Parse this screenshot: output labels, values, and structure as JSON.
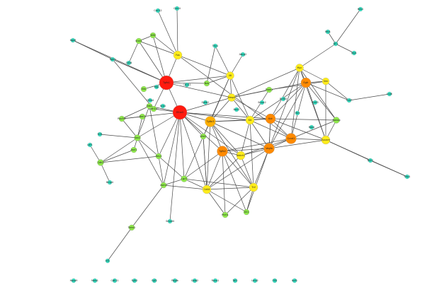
{
  "colors": {
    "red": "#ff1a0f",
    "orange": "#ff8a00",
    "light-orange": "#ffb000",
    "yellow": "#ffec1a",
    "green": "#8ee84a",
    "teal": "#2fe0c2"
  },
  "nodes": [
    {
      "id": "n1",
      "label": "Tgfb1",
      "color": "red"
    },
    {
      "id": "n2",
      "label": "Efna3",
      "color": "red"
    },
    {
      "id": "n3",
      "label": "Tgfbr3",
      "color": "light-orange"
    },
    {
      "id": "n4",
      "label": "Tgfb2",
      "color": "orange"
    },
    {
      "id": "n5",
      "label": "Vegfa",
      "color": "orange"
    },
    {
      "id": "n6",
      "label": "Kdr",
      "color": "orange"
    },
    {
      "id": "n7",
      "label": "Ccnd1",
      "color": "orange"
    },
    {
      "id": "n8",
      "label": "Egfr",
      "color": "orange"
    },
    {
      "id": "n9",
      "label": "Kit",
      "color": "yellow"
    },
    {
      "id": "n10",
      "label": "Il6",
      "color": "yellow"
    },
    {
      "id": "n11",
      "label": "Mmp9",
      "color": "yellow"
    },
    {
      "id": "n12",
      "label": "Fos",
      "color": "yellow"
    },
    {
      "id": "n13",
      "label": "Notch1",
      "color": "yellow"
    },
    {
      "id": "n14",
      "label": "Myc",
      "color": "yellow"
    },
    {
      "id": "n15",
      "label": "Cd44",
      "color": "yellow"
    },
    {
      "id": "n16",
      "label": "Epcam",
      "color": "yellow"
    },
    {
      "id": "n17",
      "label": "Tnf",
      "color": "yellow"
    },
    {
      "id": "n18",
      "label": "Shh",
      "color": "yellow"
    },
    {
      "id": "n19",
      "label": "Sox2",
      "color": "green"
    },
    {
      "id": "n20",
      "label": "Pou5f1",
      "color": "green"
    },
    {
      "id": "n21",
      "label": "Ascl1",
      "color": "green"
    },
    {
      "id": "n22",
      "label": "Cdh2",
      "color": "green"
    },
    {
      "id": "n23",
      "label": "Hey1",
      "color": "green"
    },
    {
      "id": "n24",
      "label": "Lgr5",
      "color": "green"
    },
    {
      "id": "n25",
      "label": "Axin2",
      "color": "green"
    },
    {
      "id": "n26",
      "label": "Wnt3",
      "color": "green"
    },
    {
      "id": "n27",
      "label": "Ptch1",
      "color": "green"
    },
    {
      "id": "n28",
      "label": "Gli1",
      "color": "green"
    },
    {
      "id": "n29",
      "label": "Nes",
      "color": "green"
    },
    {
      "id": "n30",
      "label": "Prom1",
      "color": "green"
    },
    {
      "id": "n31",
      "label": "Aldh1a1",
      "color": "green"
    },
    {
      "id": "n32",
      "label": "Bmi1",
      "color": "green"
    },
    {
      "id": "n33",
      "label": "Nanog",
      "color": "green"
    },
    {
      "id": "n34",
      "label": "Klf4",
      "color": "green"
    },
    {
      "id": "n35",
      "label": "Snai1",
      "color": "green"
    },
    {
      "id": "n36",
      "label": "Vim",
      "color": "green"
    },
    {
      "id": "n37",
      "label": "Zeb1",
      "color": "green"
    },
    {
      "id": "n38",
      "label": "Twist1",
      "color": "green"
    },
    {
      "id": "n39",
      "label": "Cxcl12",
      "color": "teal"
    },
    {
      "id": "n40",
      "label": "Cxcr4",
      "color": "teal"
    },
    {
      "id": "n41",
      "label": "Itga6",
      "color": "teal"
    },
    {
      "id": "n42",
      "label": "Itgb1",
      "color": "teal"
    },
    {
      "id": "n43",
      "label": "Cd34",
      "color": "teal"
    },
    {
      "id": "n44",
      "label": "Thy1",
      "color": "teal"
    },
    {
      "id": "n45",
      "label": "Abcg2",
      "color": "teal"
    },
    {
      "id": "n46",
      "label": "Msi1",
      "color": "teal"
    },
    {
      "id": "n47",
      "label": "Dll1",
      "color": "teal"
    },
    {
      "id": "n48",
      "label": "Jag1",
      "color": "teal"
    },
    {
      "id": "n49",
      "label": "Hes1",
      "color": "teal"
    },
    {
      "id": "n50",
      "label": "Fzd7",
      "color": "teal"
    },
    {
      "id": "n51",
      "label": "Lrp6",
      "color": "teal"
    },
    {
      "id": "n52",
      "label": "Dkk1",
      "color": "teal"
    },
    {
      "id": "n53",
      "label": "Sfrp1",
      "color": "teal"
    },
    {
      "id": "n54",
      "label": "Tcf4",
      "color": "teal"
    },
    {
      "id": "n55",
      "label": "Lef1",
      "color": "teal"
    },
    {
      "id": "n56",
      "label": "Bmp4",
      "color": "teal"
    },
    {
      "id": "n57",
      "label": "Smad4",
      "color": "teal"
    },
    {
      "id": "n58",
      "label": "Id1",
      "color": "teal"
    },
    {
      "id": "n59",
      "label": "Hoxa9",
      "color": "teal"
    },
    {
      "id": "n60",
      "label": "Meis1",
      "color": "teal"
    },
    {
      "id": "n61",
      "label": "Cdh11",
      "color": "teal"
    },
    {
      "id": "n62",
      "label": "Fgfr2",
      "color": "teal"
    },
    {
      "id": "n63",
      "label": "Fgf2",
      "color": "teal"
    },
    {
      "id": "n64",
      "label": "Pdgfb",
      "color": "teal"
    },
    {
      "id": "n65",
      "label": "Gata2",
      "color": "teal"
    },
    {
      "id": "n66",
      "label": "Runx1",
      "color": "teal"
    },
    {
      "id": "n67",
      "label": "Tal1",
      "color": "teal"
    },
    {
      "id": "n68",
      "label": "Lmo2",
      "color": "teal"
    },
    {
      "id": "n69",
      "label": "Flt3",
      "color": "teal"
    },
    {
      "id": "n70",
      "label": "Ikzf1",
      "color": "teal"
    },
    {
      "id": "n71",
      "label": "Mpl",
      "color": "teal"
    },
    {
      "id": "n72",
      "label": "Sca1",
      "color": "teal"
    },
    {
      "id": "n73",
      "label": "Cd133",
      "color": "teal"
    },
    {
      "id": "n74",
      "label": "Olfm4",
      "color": "teal"
    },
    {
      "id": "n75",
      "label": "Ephb2",
      "color": "teal"
    },
    {
      "id": "n76",
      "label": "Ascl2",
      "color": "teal"
    },
    {
      "id": "n77",
      "label": "Smoc2",
      "color": "teal"
    },
    {
      "id": "n78",
      "label": "Rnf43",
      "color": "teal"
    },
    {
      "id": "n79",
      "label": "Znrf3",
      "color": "teal"
    },
    {
      "id": "n80",
      "label": "Tert",
      "color": "teal"
    },
    {
      "id": "n81",
      "label": "Hopx",
      "color": "teal"
    }
  ]
}
